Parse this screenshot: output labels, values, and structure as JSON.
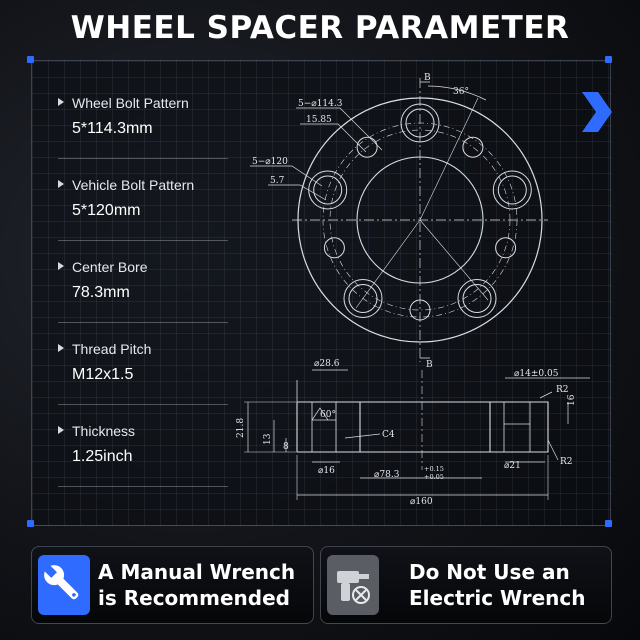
{
  "header": {
    "title": "WHEEL SPACER PARAMETER"
  },
  "colors": {
    "accent": "#2f6bff",
    "background": "#0b0d12",
    "text": "#ffffff"
  },
  "parameters": [
    {
      "label": "Wheel Bolt Pattern",
      "value": "5*114.3mm"
    },
    {
      "label": "Vehicle Bolt Pattern",
      "value": "5*120mm"
    },
    {
      "label": "Center Bore",
      "value": "78.3mm"
    },
    {
      "label": "Thread Pitch",
      "value": "M12x1.5"
    },
    {
      "label": "Thickness",
      "value": "1.25inch"
    }
  ],
  "drawing": {
    "top_view": {
      "section_mark_top": "B",
      "section_mark_bottom": "B",
      "angle": "36°",
      "hole_pattern_1": "5−⌀114.3",
      "hole_dia_1": "15.85",
      "hole_pattern_2": "5−⌀120",
      "hole_dia_2": "5.7"
    },
    "section_view": {
      "dim_top_left": "⌀28.6",
      "angle": "60°",
      "height_total": "21.8",
      "height_1": "13",
      "height_2": "8",
      "chamfer": "C4",
      "bore_small": "⌀16",
      "center_bore": "⌀78.3",
      "tol_upper": "+0.15",
      "tol_lower": "+0.05",
      "outer_dia": "⌀160",
      "dim_top_right": "⌀14±0.05",
      "radius_top": "R2",
      "depth_right": "16",
      "thread_dia": "⌀21",
      "radius_bottom": "R2"
    }
  },
  "notices": [
    {
      "icon": "wrench-icon",
      "line1": "A Manual Wrench",
      "line2": "is Recommended"
    },
    {
      "icon": "electric-drill-prohibited-icon",
      "line1": "Do Not Use an",
      "line2": "Electric Wrench"
    }
  ]
}
